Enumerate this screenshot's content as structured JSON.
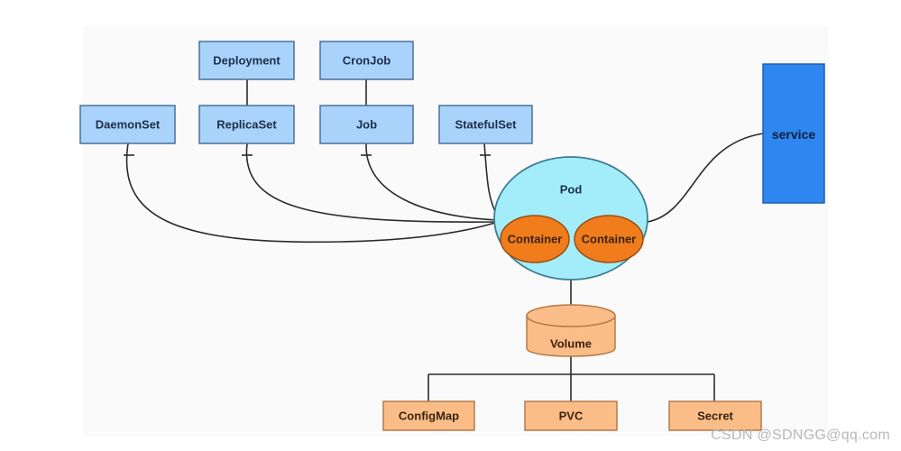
{
  "nodes": {
    "deployment": "Deployment",
    "cronjob": "CronJob",
    "daemonset": "DaemonSet",
    "replicaset": "ReplicaSet",
    "job": "Job",
    "statefulset": "StatefulSet",
    "service": "service",
    "pod": "Pod",
    "container_1": "Container",
    "container_2": "Container",
    "volume": "Volume",
    "configmap": "ConfigMap",
    "pvc": "PVC",
    "secret": "Secret"
  },
  "watermark": "CSDN @SDNGG@qq.com",
  "colors": {
    "controller_fill": "#a9d3fb",
    "service_fill": "#2e86f0",
    "pod_fill": "#a3ecfa",
    "container_fill": "#f07c1c",
    "storage_fill": "#fbbd87",
    "line": "#2b2b2b"
  }
}
